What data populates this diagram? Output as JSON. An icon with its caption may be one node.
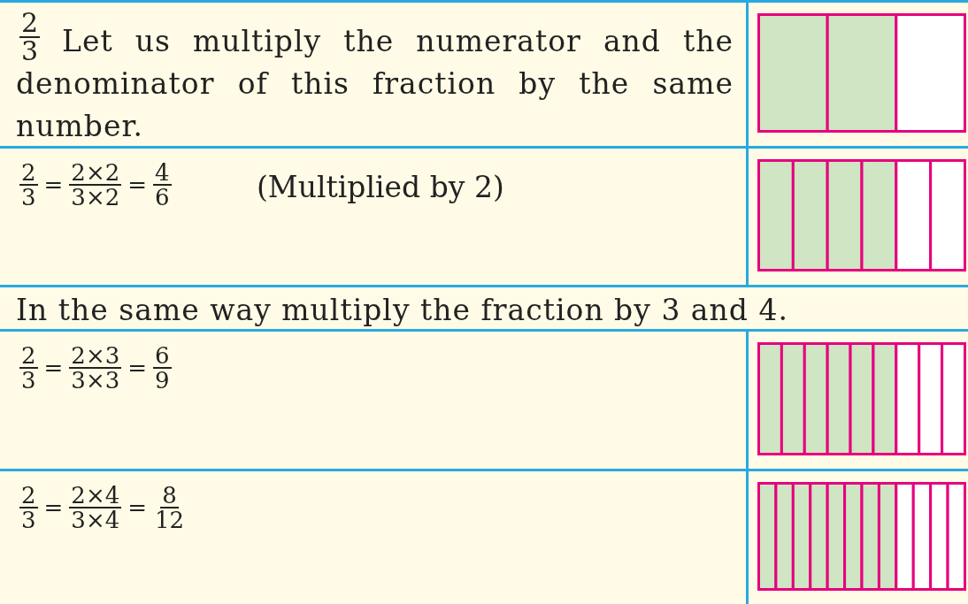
{
  "diagram": {
    "labels": [
      "2",
      "3",
      "Let us multiply the numerator and the denominator of this fraction by the same number.",
      "2",
      "3",
      "=",
      "2×2",
      "3×2",
      "=",
      "4",
      "6",
      "(Multiplied by 2)",
      "In the same way multiply the fraction by 3 and 4.",
      "2",
      "3",
      "=",
      "2×3",
      "3×3",
      "=",
      "6",
      "9",
      "2",
      "3",
      "=",
      "2×4",
      "3×4",
      "=",
      "8",
      "12"
    ]
  }
}
